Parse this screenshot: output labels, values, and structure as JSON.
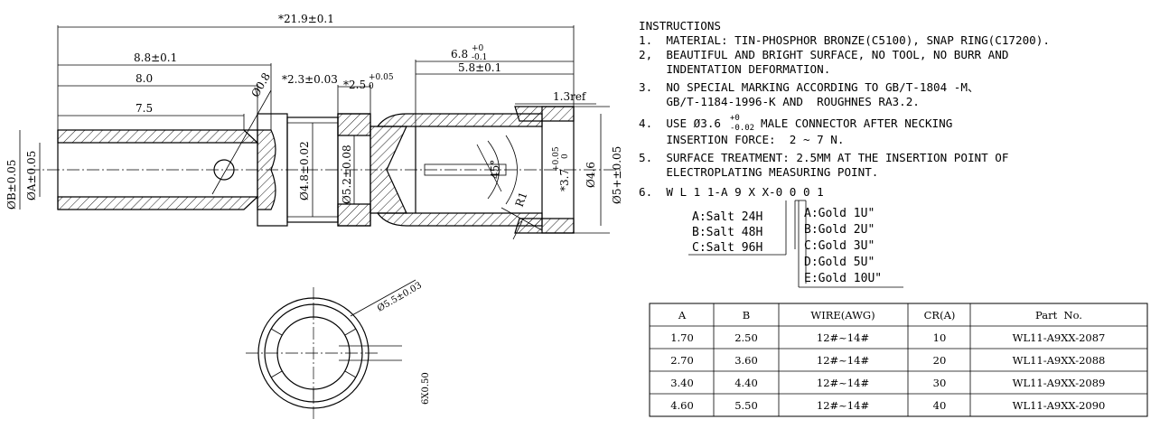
{
  "dimensions": {
    "overall_length": "*21.9±0.1",
    "length_8_8": "8.8±0.1",
    "length_8_0": "8.0",
    "length_7_5": "7.5",
    "hole_dia": "Ø0.8",
    "groove_width": "*2.3±0.03",
    "snap_width_main": "*2.5",
    "snap_width_tol": "+0.05",
    "snap_width_tol_low": "0",
    "front_len_main": "6.8",
    "front_len_tol_up": "+0",
    "front_len_tol_low": "-0.1",
    "front_len_2": "5.8±0.1",
    "ref_1_3": "1.3ref",
    "dia_B": "ØB±0.05",
    "dia_A": "ØA±0.05",
    "dia_4_8": "Ø4.8±0.02",
    "dia_5_2": "Ø5.2±0.08",
    "angle": "45°",
    "radius": "R1",
    "dia_3_7_main": "*3.7",
    "dia_3_7_tol": "+0.05",
    "dia_3_7_tol_low": "0",
    "dia_4_6": "Ø4.6",
    "dia_5": "Ø5+±0.05",
    "end_dia": "Ø5.5±0.03",
    "slot": "6X0.50"
  },
  "instructions": {
    "title": "INSTRUCTIONS",
    "l1": "1.  MATERIAL: TIN-PHOSPHOR BRONZE(C5100), SNAP RING(C17200).",
    "l2": "2,  BEAUTIFUL AND BRIGHT SURFACE, NO TOOL, NO BURR AND",
    "l2b": "    INDENTATION DEFORMATION.",
    "l3": "3.  NO SPECIAL MARKING ACCORDING TO GB/T-1804 -M、",
    "l3b": "    GB/T-1184-1996-K AND  ROUGHNES RA3.2.",
    "l4a": "4.  USE Ø3.6",
    "l4_tol_up": "+0",
    "l4_tol_low": "-0.02",
    "l4b": "MALE CONNECTOR AFTER NECKING",
    "l4c": "    INSERTION FORCE:  2 ~ 7 N.",
    "l5": "5.  SURFACE TREATMENT: 2.5MM AT THE INSERTION POINT OF",
    "l5b": "    ELECTROPLATING MEASURING POINT.",
    "l6": "6.  W L 1 1-A 9 X X-0 0 0 1"
  },
  "salt_options": [
    "A:Salt 24H",
    "B:Salt 48H",
    "C:Salt 96H"
  ],
  "gold_options": [
    "A:Gold 1U\"",
    "B:Gold 2U\"",
    "C:Gold 3U\"",
    "D:Gold 5U\"",
    "E:Gold 10U\""
  ],
  "table": {
    "headers": [
      "A",
      "B",
      "WIRE(AWG)",
      "CR(A)",
      "Part  No."
    ],
    "rows": [
      [
        "1.70",
        "2.50",
        "12#~14#",
        "10",
        "WL11-A9XX-2087"
      ],
      [
        "2.70",
        "3.60",
        "12#~14#",
        "20",
        "WL11-A9XX-2088"
      ],
      [
        "3.40",
        "4.40",
        "12#~14#",
        "30",
        "WL11-A9XX-2089"
      ],
      [
        "4.60",
        "5.50",
        "12#~14#",
        "40",
        "WL11-A9XX-2090"
      ]
    ]
  }
}
